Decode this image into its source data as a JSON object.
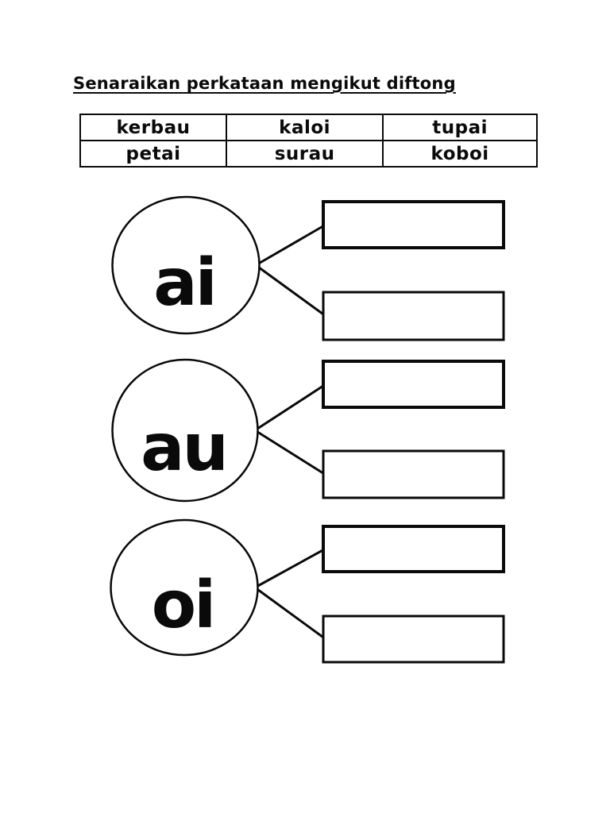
{
  "title": "Senaraikan perkataan mengikut diftong",
  "word_bank": {
    "rows": [
      [
        "kerbau",
        "kaloi",
        "tupai"
      ],
      [
        "petai",
        "surau",
        "koboi"
      ]
    ]
  },
  "diagram": {
    "groups": [
      {
        "label": "ai",
        "answer_box_count": 2
      },
      {
        "label": "au",
        "answer_box_count": 2
      },
      {
        "label": "oi",
        "answer_box_count": 2
      }
    ]
  },
  "colors": {
    "ink": "#0a0a0a",
    "background": "#ffffff"
  }
}
